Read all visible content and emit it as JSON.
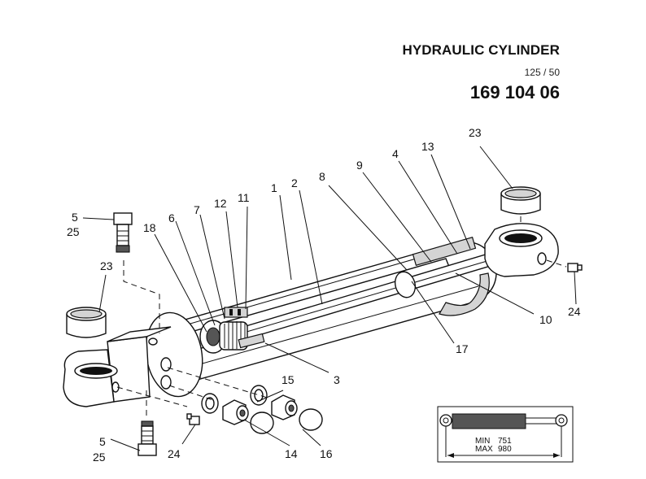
{
  "header": {
    "title": "HYDRAULIC CYLINDER",
    "subtitle": "125 / 50",
    "part_number": "169 104 06"
  },
  "dimension": {
    "min_label": "MIN",
    "min_value": "751",
    "max_label": "MAX",
    "max_value": "980"
  },
  "callouts": {
    "c1": "1",
    "c2": "2",
    "c3": "3",
    "c4": "4",
    "c5a": "5",
    "c25a": "25",
    "c5b": "5",
    "c25b": "25",
    "c6": "6",
    "c7": "7",
    "c8": "8",
    "c9": "9",
    "c10": "10",
    "c11": "11",
    "c12": "12",
    "c13": "13",
    "c14": "14",
    "c15": "15",
    "c16": "16",
    "c17": "17",
    "c18": "18",
    "c23a": "23",
    "c23b": "23",
    "c24a": "24",
    "c24b": "24"
  },
  "colors": {
    "ink": "#111111",
    "shade": "#d4d4d4",
    "dark": "#555555"
  }
}
